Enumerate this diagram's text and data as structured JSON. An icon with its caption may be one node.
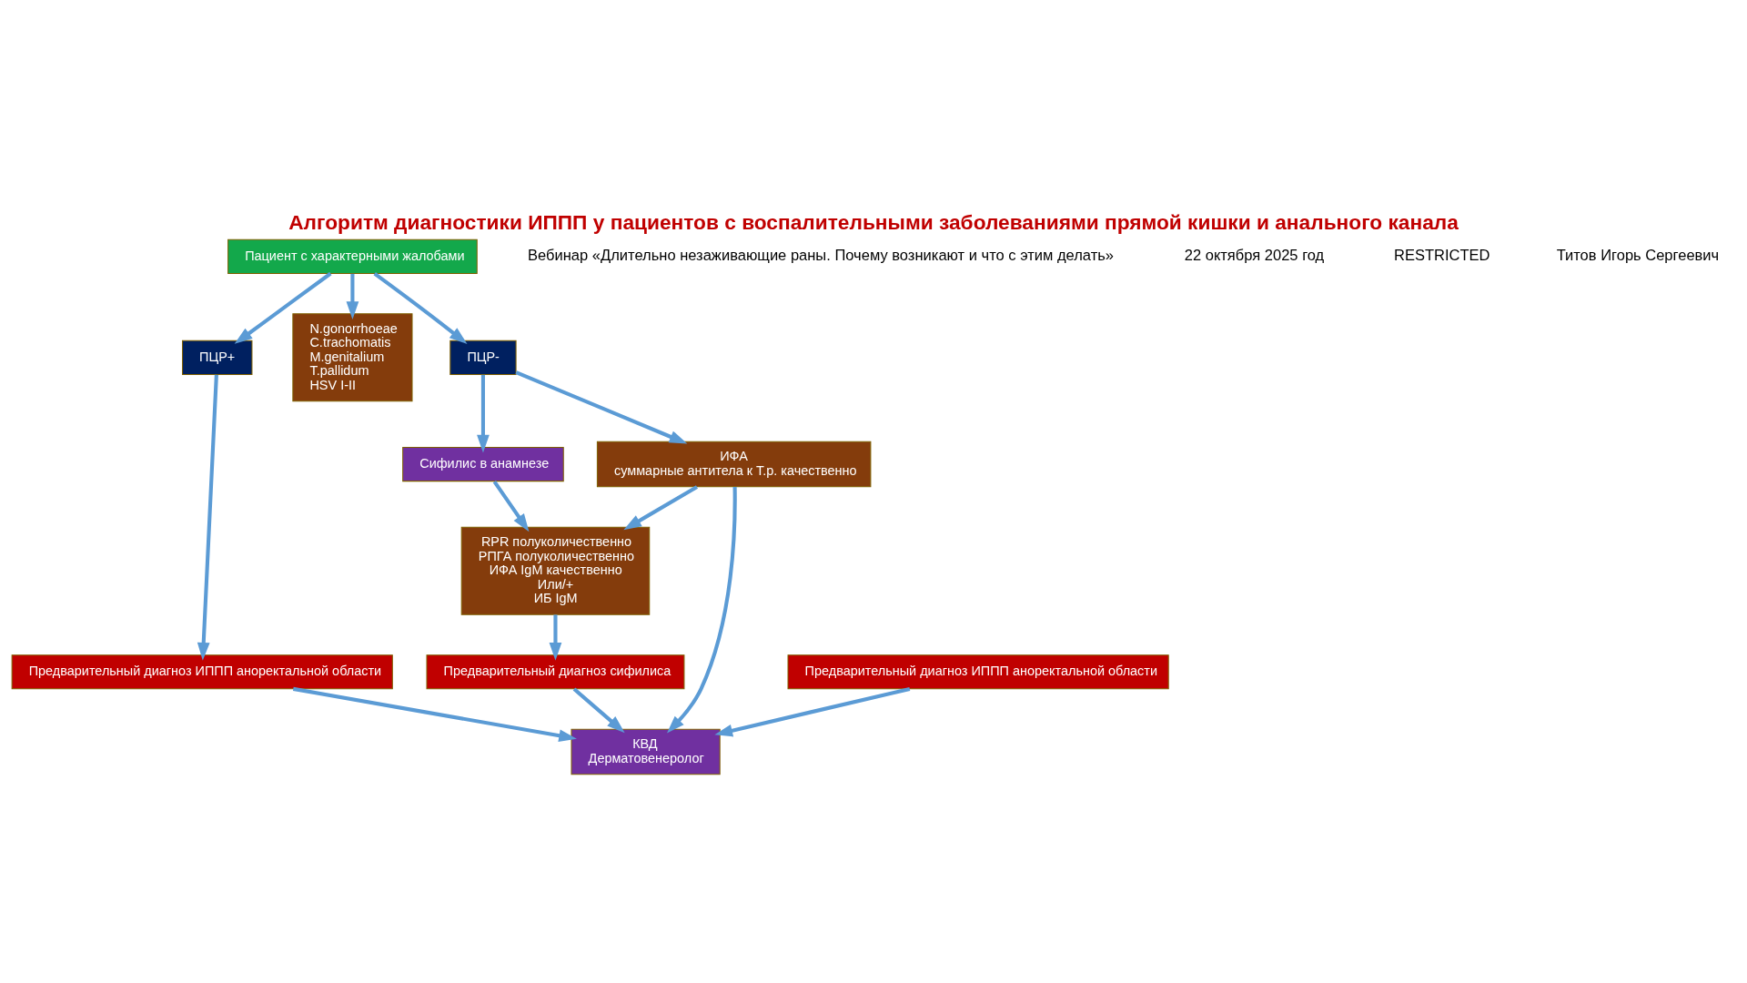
{
  "diagram": {
    "title": "Алгоритм диагностики ИППП у пациентов с воспалительными заболеваниями прямой кишки и анального канала",
    "nodes": [
      {
        "text": [
          "Пациент с характерными жалобами"
        ]
      },
      {
        "text": [
          "ПЦР+"
        ]
      },
      {
        "text": [
          "N.gonorrhoeae",
          "C.trachomatis",
          "M.genitalium",
          "T.pallidum",
          "HSV I-II"
        ]
      },
      {
        "text": [
          "ПЦР-"
        ]
      },
      {
        "text": [
          "Предварительный диагноз ИППП аноректальной области"
        ]
      },
      {
        "text": [
          "Предварительный диагноз ИППП аноректальной области"
        ]
      },
      {
        "text": [
          "ИФА",
          "суммарные антитела к T.p. качественно"
        ]
      },
      {
        "text": [
          "Сифилис в анамнезе"
        ]
      },
      {
        "text": [
          "RPR полуколичественно",
          "РПГА полуколичественно",
          "ИФА IgM качественно",
          "Или/+",
          "ИБ IgM"
        ]
      },
      {
        "text": [
          "КВД",
          "Дерматовенеролог"
        ]
      },
      {
        "text": [
          "Предварительный диагноз сифилиса"
        ]
      }
    ],
    "edges": [
      {
        "from": 0,
        "to": 1,
        "arrow": "to"
      },
      {
        "from": 0,
        "to": 2,
        "arrow": "to"
      },
      {
        "from": 0,
        "to": 3,
        "arrow": "to"
      },
      {
        "from": 1,
        "to": 4,
        "arrow": "to"
      },
      {
        "from": 3,
        "to": 6,
        "arrow": "to"
      },
      {
        "from": 3,
        "to": 7,
        "arrow": "to"
      },
      {
        "from": 6,
        "to": 8,
        "arrow": "to"
      },
      {
        "from": 7,
        "to": 8,
        "arrow": "to"
      },
      {
        "from": 8,
        "to": 10,
        "arrow": "to"
      },
      {
        "from": 4,
        "to": 9,
        "arrow": "to"
      },
      {
        "from": 5,
        "to": 9,
        "arrow": "to"
      },
      {
        "from": 6,
        "to": 9,
        "arrow": "to"
      },
      {
        "from": 10,
        "to": 9,
        "arrow": "to"
      }
    ],
    "labels": [
      "Вебинар «Длительно незаживающие раны. Почему возникают и что с этим делать»",
      "22 октября 2025 год",
      "RESTRICTED",
      "Титов Игорь Сергеевич"
    ]
  }
}
